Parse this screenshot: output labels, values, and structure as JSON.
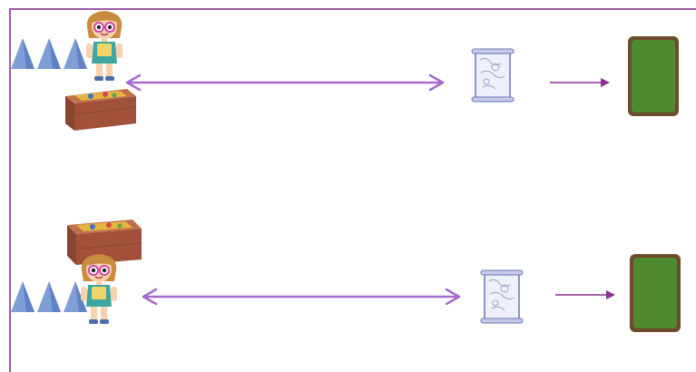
{
  "colors": {
    "frame": "#a05aa8",
    "arrow": "#a46ad0",
    "small_arrow": "#8b2f93",
    "cone": "#7f9ed8",
    "box_side": "#a1513a",
    "box_top": "#c0704e",
    "board": "#4f8a31",
    "board_frame": "#6f4a2b",
    "paper": "#eef0fb",
    "paper_edge": "#6b72b8"
  },
  "rows": [
    {
      "id": "top",
      "box_position": "below-girl",
      "cone_count": 3
    },
    {
      "id": "bottom",
      "box_position": "above-girl",
      "cone_count": 3
    }
  ],
  "icons": [
    "cone-icon",
    "girl-icon",
    "toy-box-icon",
    "double-arrow-icon",
    "map-scroll-icon",
    "arrow-icon",
    "chalkboard-icon"
  ]
}
